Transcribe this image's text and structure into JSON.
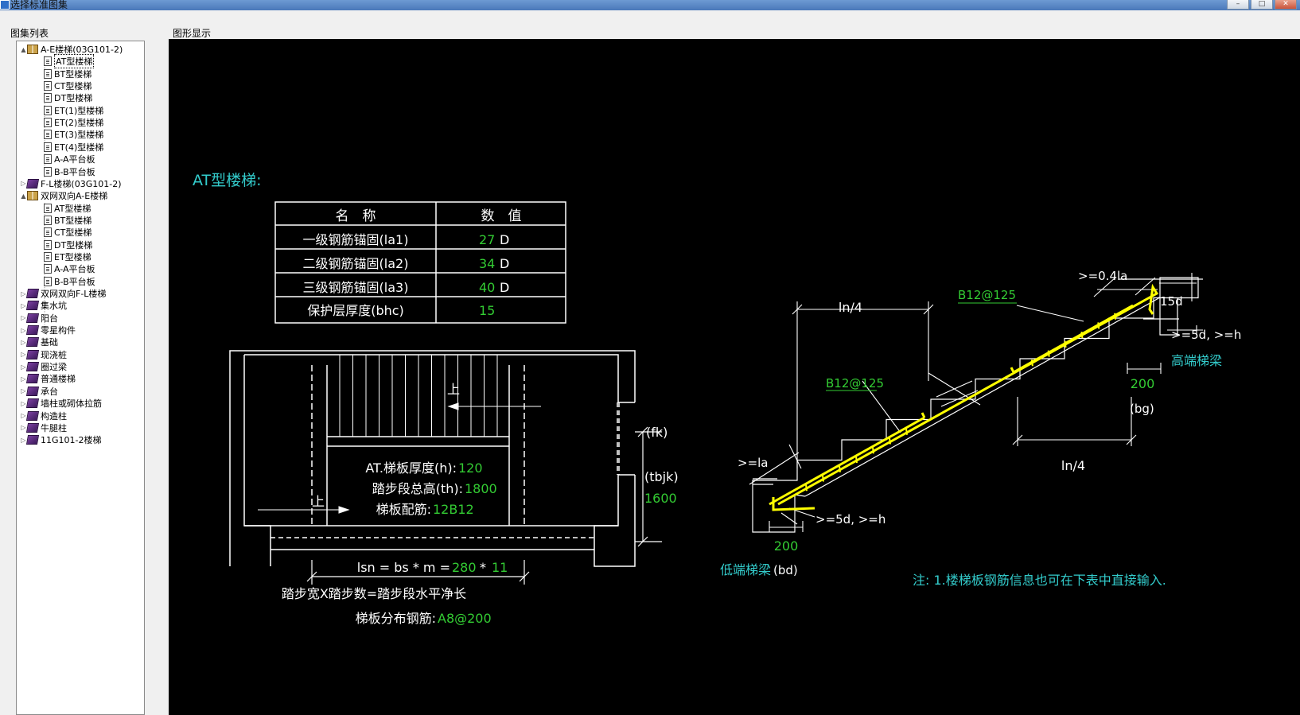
{
  "window": {
    "title": "选择标准图集",
    "minimize": "–",
    "maximize": "□",
    "close": "✕"
  },
  "panes": {
    "left_label": "图集列表",
    "right_label": "图形显示"
  },
  "tree": [
    {
      "label": "A-E楼梯(03G101-2)",
      "icon": "book-open-icon",
      "level": 0,
      "expander": "▲"
    },
    {
      "label": "AT型楼梯",
      "icon": "document-icon",
      "level": 1,
      "selected": true
    },
    {
      "label": "BT型楼梯",
      "icon": "document-icon",
      "level": 1
    },
    {
      "label": "CT型楼梯",
      "icon": "document-icon",
      "level": 1
    },
    {
      "label": "DT型楼梯",
      "icon": "document-icon",
      "level": 1
    },
    {
      "label": "ET(1)型楼梯",
      "icon": "document-icon",
      "level": 1
    },
    {
      "label": "ET(2)型楼梯",
      "icon": "document-icon",
      "level": 1
    },
    {
      "label": "ET(3)型楼梯",
      "icon": "document-icon",
      "level": 1
    },
    {
      "label": "ET(4)型楼梯",
      "icon": "document-icon",
      "level": 1
    },
    {
      "label": "A-A平台板",
      "icon": "document-icon",
      "level": 1
    },
    {
      "label": "B-B平台板",
      "icon": "document-icon",
      "level": 1
    },
    {
      "label": "F-L楼梯(03G101-2)",
      "icon": "book-purple-icon",
      "level": 0,
      "expander": "▷"
    },
    {
      "label": "双网双向A-E楼梯",
      "icon": "book-open-icon",
      "level": 0,
      "expander": "▲"
    },
    {
      "label": "AT型楼梯",
      "icon": "document-icon",
      "level": 1
    },
    {
      "label": "BT型楼梯",
      "icon": "document-icon",
      "level": 1
    },
    {
      "label": "CT型楼梯",
      "icon": "document-icon",
      "level": 1
    },
    {
      "label": "DT型楼梯",
      "icon": "document-icon",
      "level": 1
    },
    {
      "label": "ET型楼梯",
      "icon": "document-icon",
      "level": 1
    },
    {
      "label": "A-A平台板",
      "icon": "document-icon",
      "level": 1
    },
    {
      "label": "B-B平台板",
      "icon": "document-icon",
      "level": 1
    },
    {
      "label": "双网双向F-L楼梯",
      "icon": "book-purple-icon",
      "level": 0,
      "expander": "▷"
    },
    {
      "label": "集水坑",
      "icon": "book-purple-icon",
      "level": 0,
      "expander": "▷"
    },
    {
      "label": "阳台",
      "icon": "book-purple-icon",
      "level": 0,
      "expander": "▷"
    },
    {
      "label": "零星构件",
      "icon": "book-purple-icon",
      "level": 0,
      "expander": "▷"
    },
    {
      "label": "基础",
      "icon": "book-purple-icon",
      "level": 0,
      "expander": "▷"
    },
    {
      "label": "现浇桩",
      "icon": "book-purple-icon",
      "level": 0,
      "expander": "▷"
    },
    {
      "label": "圈过梁",
      "icon": "book-purple-icon",
      "level": 0,
      "expander": "▷"
    },
    {
      "label": "普通楼梯",
      "icon": "book-purple-icon",
      "level": 0,
      "expander": "▷"
    },
    {
      "label": "承台",
      "icon": "book-purple-icon",
      "level": 0,
      "expander": "▷"
    },
    {
      "label": "墙柱或砌体拉筋",
      "icon": "book-purple-icon",
      "level": 0,
      "expander": "▷"
    },
    {
      "label": "构造柱",
      "icon": "book-purple-icon",
      "level": 0,
      "expander": "▷"
    },
    {
      "label": "牛腿柱",
      "icon": "book-purple-icon",
      "level": 0,
      "expander": "▷"
    },
    {
      "label": "11G101-2楼梯",
      "icon": "book-purple-icon",
      "level": 0,
      "expander": "▷"
    }
  ],
  "drawing": {
    "title": "AT型楼梯:",
    "table": {
      "headers": [
        "名　称",
        "数　值"
      ],
      "rows": [
        {
          "name": "一级钢筋锚固(la1)",
          "value": "27",
          "unit": "D"
        },
        {
          "name": "二级钢筋锚固(la2)",
          "value": "34",
          "unit": "D"
        },
        {
          "name": "三级钢筋锚固(la3)",
          "value": "40",
          "unit": "D"
        },
        {
          "name": "保护层厚度(bhc)",
          "value": "15",
          "unit": ""
        }
      ]
    },
    "plan": {
      "up_label_1": "上",
      "up_label_2": "上",
      "thickness_label": "AT.梯板厚度(h):",
      "thickness_value": "120",
      "height_label": "踏步段总高(th):",
      "height_value": "1800",
      "rebar_label": "梯板配筋:",
      "rebar_value": "12B12",
      "fk_label": "(fk)",
      "tbjk_label": "(tbjk)",
      "tbjk_value": "1600",
      "lsn_label": "lsn = bs * m =",
      "bs_value": "280",
      "times": "*",
      "m_value": "11",
      "caption": "踏步宽X踏步数=踏步段水平净长",
      "dist_label": "梯板分布钢筋:",
      "dist_value": "A8@200"
    },
    "section": {
      "ln4_top": "ln/4",
      "ln4_bottom": "ln/4",
      "rebar_top": "B12@125",
      "rebar_mid": "B12@125",
      "anchor_04": ">=0.4la",
      "hook_15d": "15d",
      "anchor_5d_top": ">=5d, >=h",
      "high_beam": "高端梯梁",
      "high_beam_width": "200",
      "bg_label": "(bg)",
      "anchor_la": ">=la",
      "anchor_5d_bottom": ">=5d, >=h",
      "low_beam_width": "200",
      "low_beam": "低端梯梁",
      "bd_label": "(bd)"
    },
    "note": "注: 1.楼梯板钢筋信息也可在下表中直接输入."
  },
  "colors": {
    "canvas_bg": "#000000",
    "cad_white": "#ffffff",
    "cad_green": "#33cc33",
    "cad_cyan": "#33cccc",
    "cad_yellow": "#ffff00",
    "title_bar": "#4a78b9"
  }
}
